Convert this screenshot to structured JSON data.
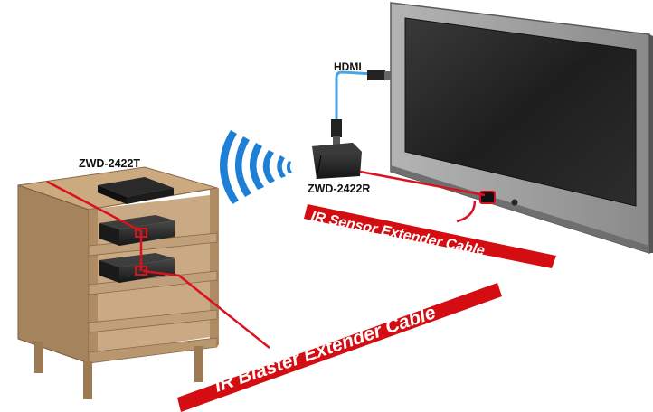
{
  "labels": {
    "hdmi": "HDMI",
    "transmitter": "ZWD-2422T",
    "receiver": "ZWD-2422R",
    "ir_sensor_cable": "IR Sensor Extender Cable",
    "ir_blaster_cable": "IR Blaster Extender Cable"
  },
  "colors": {
    "cable_red": "#d8121f",
    "banner_red": "#d40d12",
    "wireless_blue": "#1e7fd6",
    "hdmi_cable": "#4aa6e0",
    "wood": "#b89670",
    "tv_frame": "#8f8f8f",
    "tv_screen": "#2a2a2a"
  },
  "icons": {
    "wireless_signal": "wifi-waves-icon",
    "transmitter": "transmitter-box-icon",
    "receiver": "receiver-box-icon",
    "ir_sensor": "ir-sensor-icon"
  }
}
